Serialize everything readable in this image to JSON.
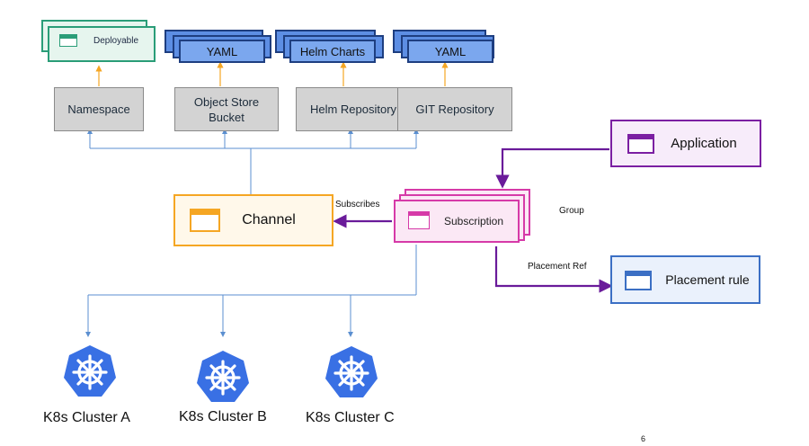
{
  "top_artifacts": {
    "deployable": "Deployable",
    "yaml_1": "YAML",
    "helm_charts": "Helm Charts",
    "yaml_2": "YAML"
  },
  "sources": {
    "namespace": "Namespace",
    "object_store": "Object Store Bucket",
    "helm_repo": "Helm Repository",
    "git_repo": "GIT Repository"
  },
  "core": {
    "channel": "Channel",
    "subscription": "Subscription",
    "application": "Application",
    "placement_rule": "Placement rule"
  },
  "edge_labels": {
    "subscribes": "Subscribes",
    "group": "Group",
    "placement_ref": "Placement Ref"
  },
  "clusters": [
    "K8s Cluster A",
    "K8s Cluster B",
    "K8s Cluster C"
  ],
  "page_number": "6",
  "colors": {
    "channel": "#f5a623",
    "subscription": "#d63aa8",
    "application": "#7b1fa2",
    "placement": "#3b6fc4",
    "teal": "#2a9d78",
    "yaml_blue": "#2f6bd8",
    "line_blue": "#5b8fd0",
    "arrow_purple": "#6a1b9a",
    "k8s": "#3970e4"
  }
}
